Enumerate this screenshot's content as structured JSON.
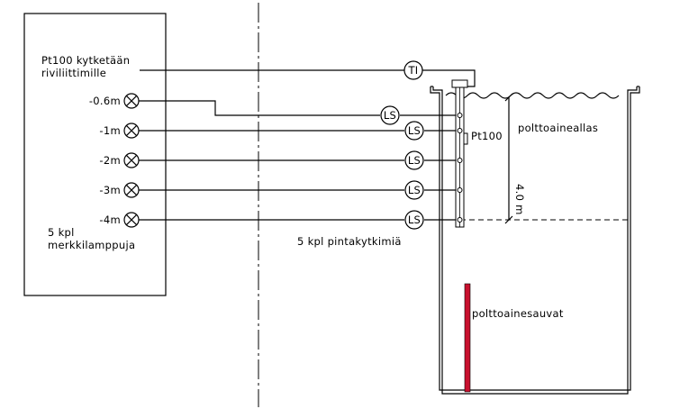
{
  "panel": {
    "pt100_note_line1": "Pt100 kytketään",
    "pt100_note_line2": "riviliittimille",
    "lamp_caption_line1": "5 kpl",
    "lamp_caption_line2": "merkkilamppuja"
  },
  "lamps": [
    {
      "label": "-0.6m"
    },
    {
      "label": "-1m"
    },
    {
      "label": "-2m"
    },
    {
      "label": "-3m"
    },
    {
      "label": "-4m"
    }
  ],
  "instruments": {
    "temperature_tag": "TI",
    "level_switch_tag": "LS",
    "sensor_label": "Pt100",
    "switch_caption": "5 kpl pintakytkimiä"
  },
  "pool": {
    "label": "polttoaineallas",
    "depth_dim": "4.0 m",
    "fuel_rods_label": "polttoainesauvat",
    "rod_color": "#c8102e"
  }
}
